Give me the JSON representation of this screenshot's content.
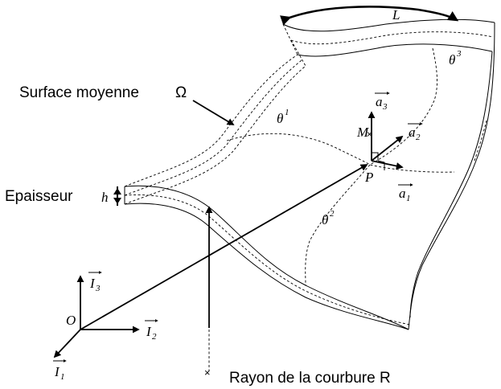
{
  "labels": {
    "surface": "Surface moyenne",
    "omega": "Ω",
    "epaisseur": "Epaisseur",
    "h": "h",
    "rayon": "Rayon de la courbure R",
    "L": "L",
    "M": "M",
    "P": "P",
    "O": "O",
    "x_mark": "×"
  },
  "coords": {
    "theta1": {
      "base": "θ",
      "sup": "1"
    },
    "theta2": {
      "base": "θ",
      "sup": "2"
    },
    "theta3": {
      "base": "θ",
      "sup": "3"
    }
  },
  "vectors": {
    "a1": {
      "base": "a",
      "sub": "1"
    },
    "a2": {
      "base": "a",
      "sub": "2"
    },
    "a3": {
      "base": "a",
      "sub": "3"
    },
    "I1": {
      "base": "I",
      "sub": "1"
    },
    "I2": {
      "base": "I",
      "sub": "2"
    },
    "I3": {
      "base": "I",
      "sub": "3"
    }
  }
}
